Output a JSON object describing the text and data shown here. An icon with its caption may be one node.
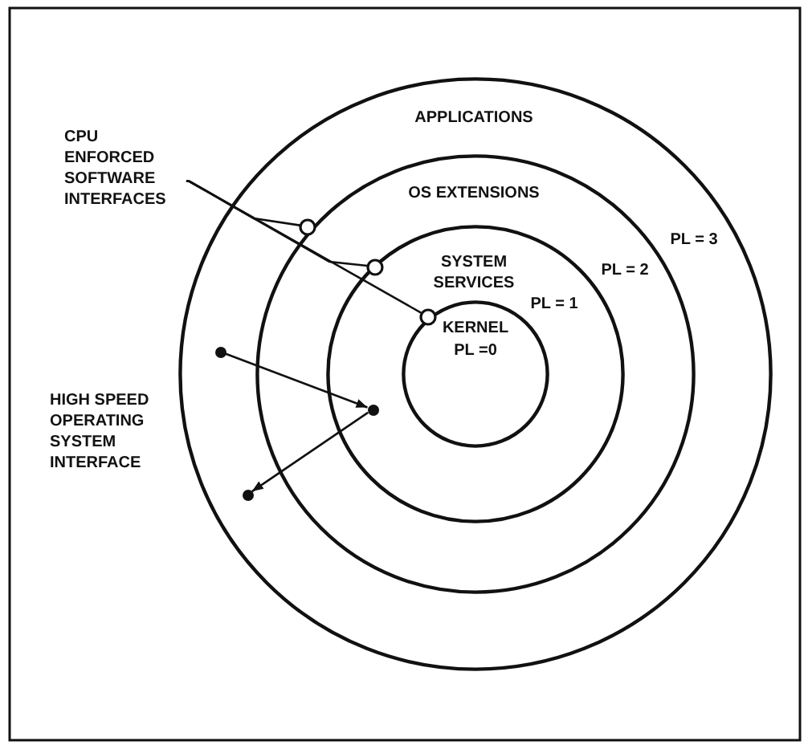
{
  "diagram": {
    "nodes": [
      {
        "text": [
          "CPU ENFORCED SOFTWARE INTERFACES"
        ]
      },
      {
        "text": [
          "APPLICATIONS",
          "PL = 3"
        ]
      },
      {
        "text": [
          "OS EXTENSIONS",
          "PL = 2"
        ],
        "in": 1
      },
      {
        "text": [
          "SYSTEM SERVICES",
          "PL = 1"
        ],
        "in": 2
      },
      {
        "text": [
          "KERNEL",
          "PL =0"
        ],
        "in": 3
      },
      {
        "text": [],
        "shape": "circle",
        "in": 1
      },
      {
        "text": [],
        "shape": "circle",
        "in": 2
      },
      {
        "text": [],
        "shape": "circle",
        "in": 3
      },
      {
        "text": [],
        "shape": "circle",
        "in": 1
      },
      {
        "text": [],
        "shape": "circle",
        "in": 3
      },
      {
        "text": [],
        "shape": "circle",
        "in": 1
      }
    ],
    "edges": [
      {
        "from": 0,
        "to": 5,
        "arrow": "none"
      },
      {
        "from": 0,
        "to": 6,
        "arrow": "none"
      },
      {
        "from": 0,
        "to": 7,
        "arrow": "none"
      },
      {
        "from": 8,
        "to": 9,
        "arrow": "to"
      },
      {
        "from": 9,
        "to": 10,
        "arrow": "to"
      }
    ],
    "labels": [
      "HIGH SPEED OPERATING SYSTEM INTERFACE"
    ]
  }
}
